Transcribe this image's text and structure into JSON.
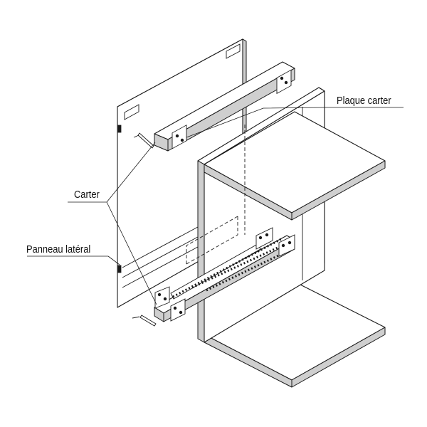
{
  "labels": {
    "plaque_carter": "Plaque carter",
    "carter": "Carter",
    "panneau_lateral": "Panneau latéral"
  },
  "colors": {
    "line": "#1a1a1a",
    "panel_fill": "#ffffff",
    "edge_fill": "#cfcfcf",
    "wall_fill": "#d8d8d8"
  }
}
